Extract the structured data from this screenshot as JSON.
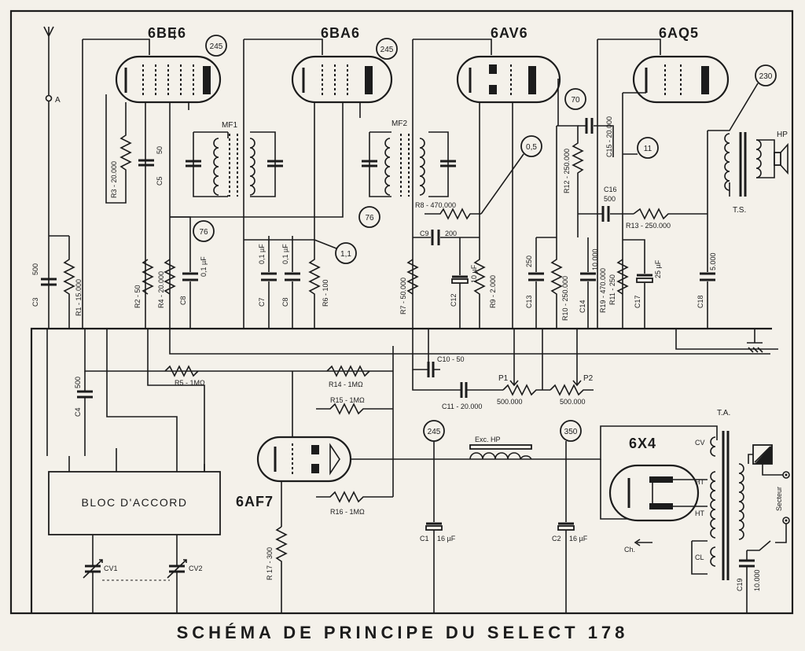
{
  "diagram": {
    "tubes": {
      "t1": "6BE6",
      "t2": "6BA6",
      "t3": "6AV6",
      "t4": "6AQ5",
      "t5": "6AF7",
      "t6": "6X4"
    },
    "voltages": {
      "v1": "245",
      "v2": "245",
      "v3": "70",
      "v4": "0,5",
      "v5": "11",
      "v6": "230",
      "v7": "76",
      "v8": "76",
      "v9": "1,1",
      "v10": "245",
      "v11": "350"
    },
    "components": {
      "antenna": "A",
      "mf1": "MF1",
      "mf2": "MF2",
      "r1": "R1 - 15.000",
      "r2": "R2 - 50",
      "r3": "R3 - 20.000",
      "r4": "R4 - 20.000",
      "r5": "R5 - 1MΩ",
      "r6": "R6 - 100",
      "r7": "R7 - 50.000",
      "r8": "R8 - 470.000",
      "r9": "R9 - 2.000",
      "r10": "R10 - 250.000",
      "r11": "R11 - 250",
      "r12": "R12 - 250.000",
      "r13": "R13 - 250.000",
      "r14": "R14 - 1MΩ",
      "r15": "R15 - 1MΩ",
      "r16": "R16 - 1MΩ",
      "r17": "R 17 - 300",
      "r19": "R19 - 470.000",
      "c3": "C3",
      "c3v": "500",
      "c4": "C4",
      "c4v": "500",
      "c5": "C5",
      "c5v": "50",
      "c7": "C7",
      "c7v": "0,1 µF",
      "c8": "C8",
      "c8v": "0,1 µF",
      "c28": "C8",
      "c28v": "0,1 µF",
      "c9": "C9",
      "c9v": "200",
      "c10": "C10 - 50",
      "c11": "C11 - 20.000",
      "c12": "C12",
      "c12v": "10 µF",
      "c13": "C13",
      "c13v": "250",
      "c14": "C14",
      "c14v": "10.000",
      "c15": "C15 - 20.000",
      "c16": "C16",
      "c16v": "500",
      "c17": "C17",
      "c17v": "25 µF",
      "c18": "C18",
      "c18v": "5.000",
      "c1": "C1",
      "c1v": "16 µF",
      "c2": "C2",
      "c2v": "16 µF",
      "c19": "C19",
      "c19v": "10.000",
      "p1": "P1",
      "p1v": "500.000",
      "p2": "P2",
      "p2v": "500.000",
      "hp": "HP",
      "ts": "T.S.",
      "ta": "T.A.",
      "exc": "Exc. HP",
      "bloc": "BLOC D'ACCORD",
      "cv1": "CV1",
      "cv2": "CV2",
      "secteur": "Secteur",
      "ch": "Ch.",
      "cv": "CV",
      "ht1": "HT",
      "ht2": "HT",
      "cl": "CL"
    }
  },
  "caption": "SCHÉMA DE PRINCIPE DU SELECT 178"
}
